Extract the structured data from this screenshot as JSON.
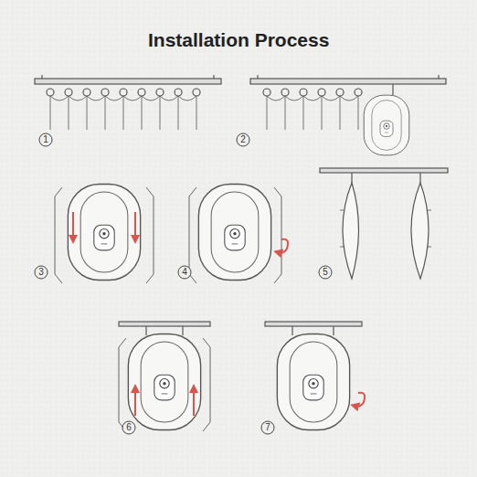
{
  "diagram": {
    "title": "Installation Process",
    "labels": [
      "1",
      "2",
      "3",
      "4",
      "5",
      "6",
      "7"
    ]
  }
}
